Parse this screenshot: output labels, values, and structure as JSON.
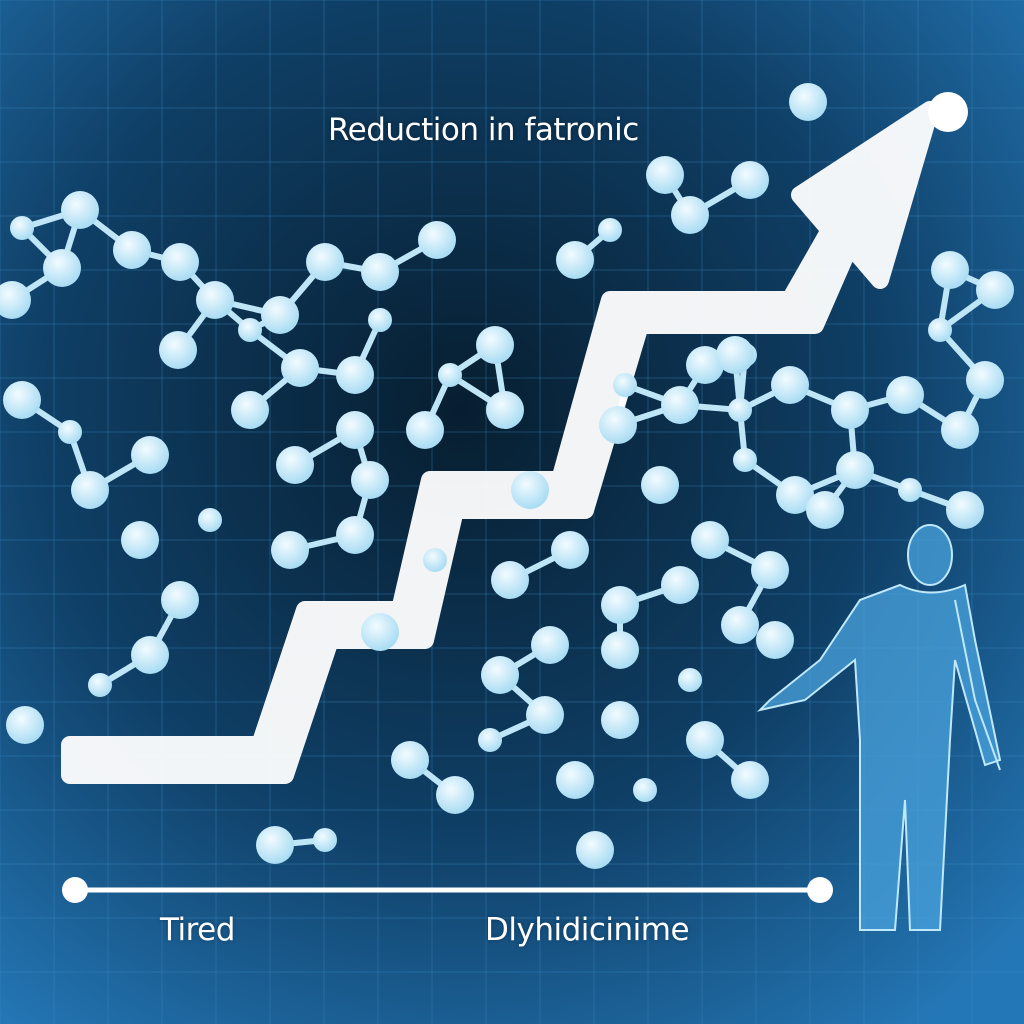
{
  "title": "Reduction in fatronic",
  "timeline": {
    "start_label": "Tired",
    "end_label": "Dlyhidicinime"
  },
  "colors": {
    "background_center": "#0a2438",
    "background_edge": "#1f6eae",
    "atom": "#c8ecfb",
    "arrow": "#ffffff",
    "figure": "#4aa3dd"
  }
}
